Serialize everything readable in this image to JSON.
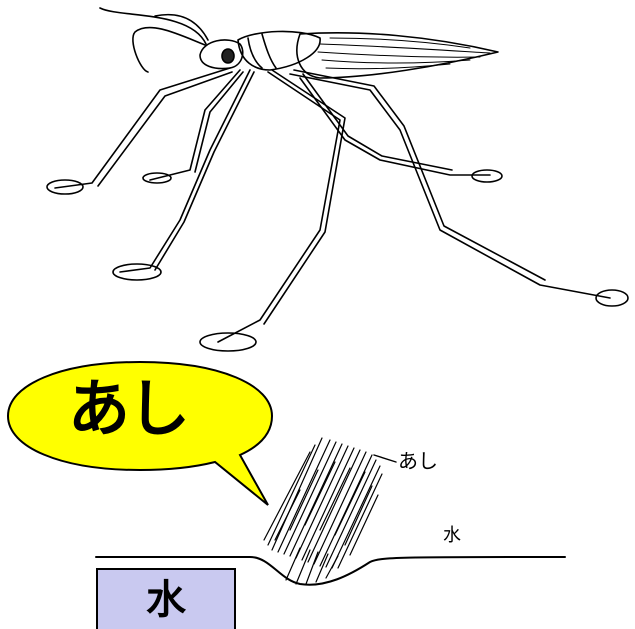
{
  "callout": {
    "text": "あし",
    "fill_color": "#ffff00"
  },
  "closeup": {
    "leg_label": "あし",
    "water_label": "水"
  },
  "water_box": {
    "text": "水",
    "fill_color": "#c9c9f0"
  }
}
